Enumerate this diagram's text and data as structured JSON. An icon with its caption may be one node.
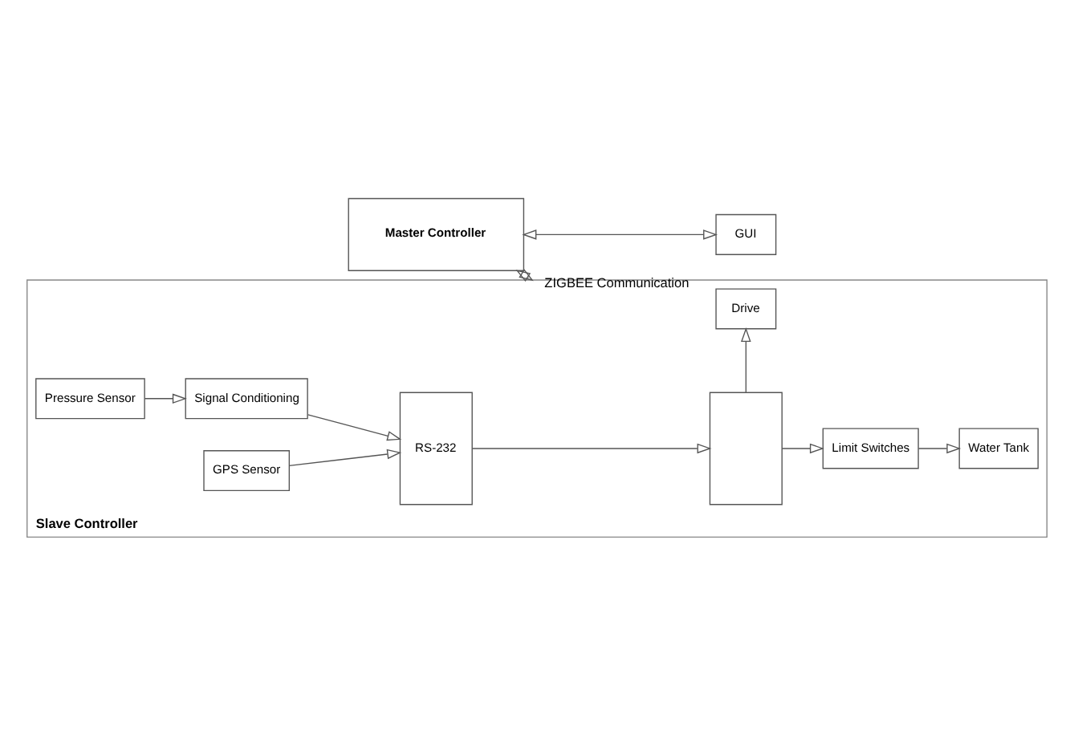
{
  "diagram": {
    "nodes": [
      {
        "text": [
          "Master Controller"
        ]
      },
      {
        "text": [
          "GUI"
        ]
      },
      {
        "text": [
          "Slave Controller"
        ]
      },
      {
        "text": [
          "Pressure Sensor"
        ],
        "in": 2
      },
      {
        "text": [
          "Signal Conditioning"
        ],
        "in": 2
      },
      {
        "text": [
          "GPS Sensor"
        ],
        "in": 2
      },
      {
        "text": [
          "RS-232"
        ],
        "in": 2
      },
      {
        "text": [],
        "shape": "box",
        "in": 2
      },
      {
        "text": [
          "Limit Switches"
        ],
        "in": 2
      },
      {
        "text": [
          "Water Tank"
        ],
        "in": 2
      },
      {
        "text": [
          "Drive"
        ],
        "in": 2
      }
    ],
    "edges": [
      {
        "from": 0,
        "to": 1,
        "arrow": "both"
      },
      {
        "from": 0,
        "to": 2,
        "arrow": "both",
        "label": "ZIGBEE Communication"
      },
      {
        "from": 3,
        "to": 4,
        "arrow": "to"
      },
      {
        "from": 4,
        "to": 6,
        "arrow": "to"
      },
      {
        "from": 5,
        "to": 6,
        "arrow": "to"
      },
      {
        "from": 6,
        "to": 7,
        "arrow": "to"
      },
      {
        "from": 7,
        "to": 8,
        "arrow": "to"
      },
      {
        "from": 8,
        "to": 9,
        "arrow": "to"
      },
      {
        "from": 7,
        "to": 10,
        "arrow": "to"
      }
    ]
  }
}
